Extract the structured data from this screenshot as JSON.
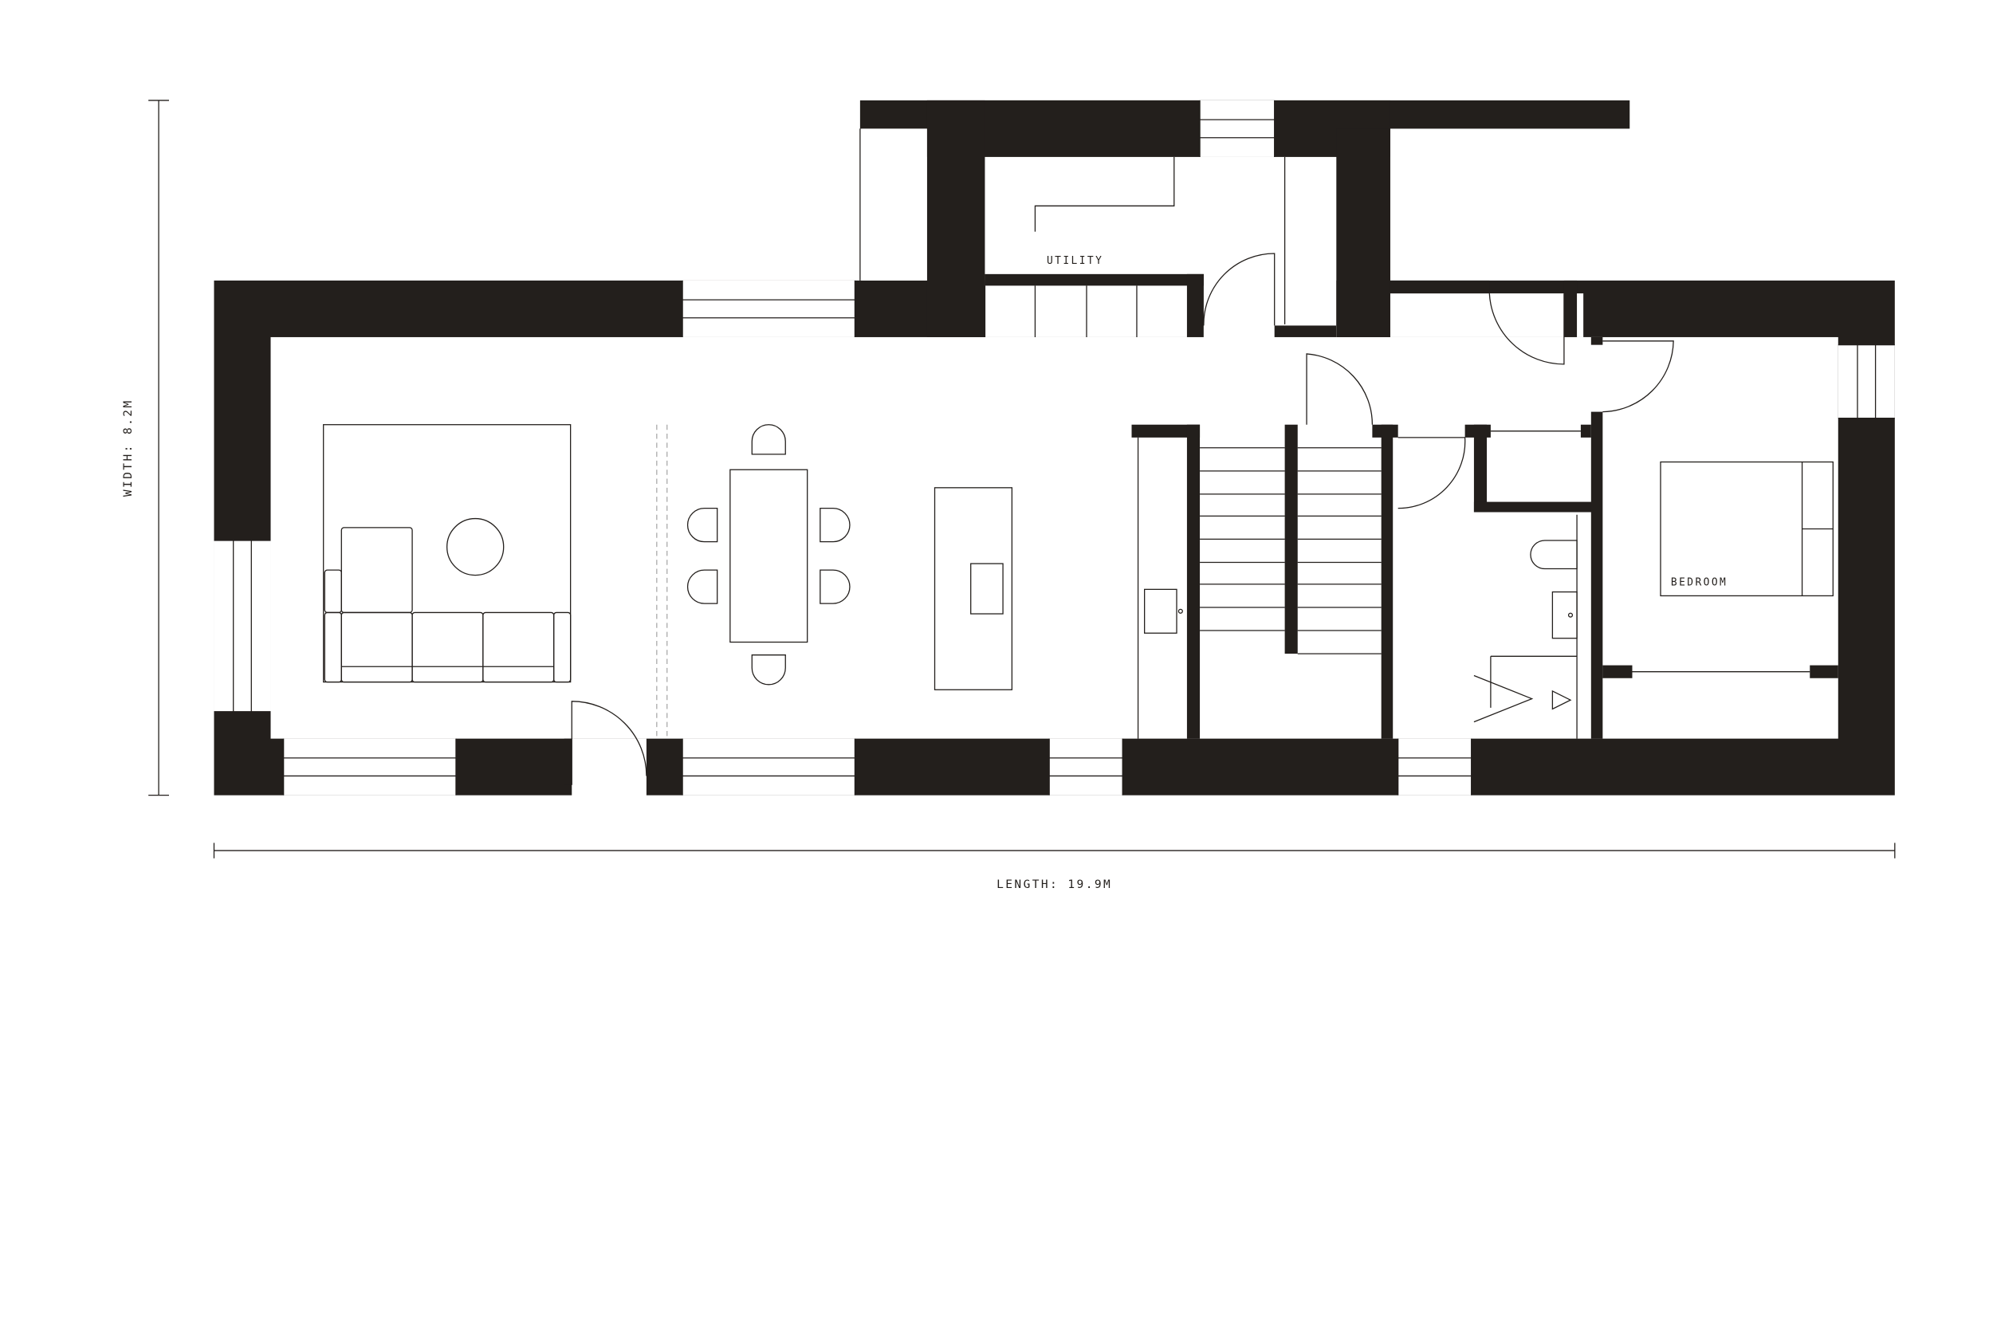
{
  "plan": {
    "rooms": [
      {
        "label": "UTILITY"
      },
      {
        "label": "BEDROOM"
      }
    ],
    "dimensions": {
      "width_label": "WIDTH: 8.2M",
      "length_label": "LENGTH: 19.9M"
    },
    "colors": {
      "wall": "#231f1c",
      "background": "#ffffff"
    }
  }
}
